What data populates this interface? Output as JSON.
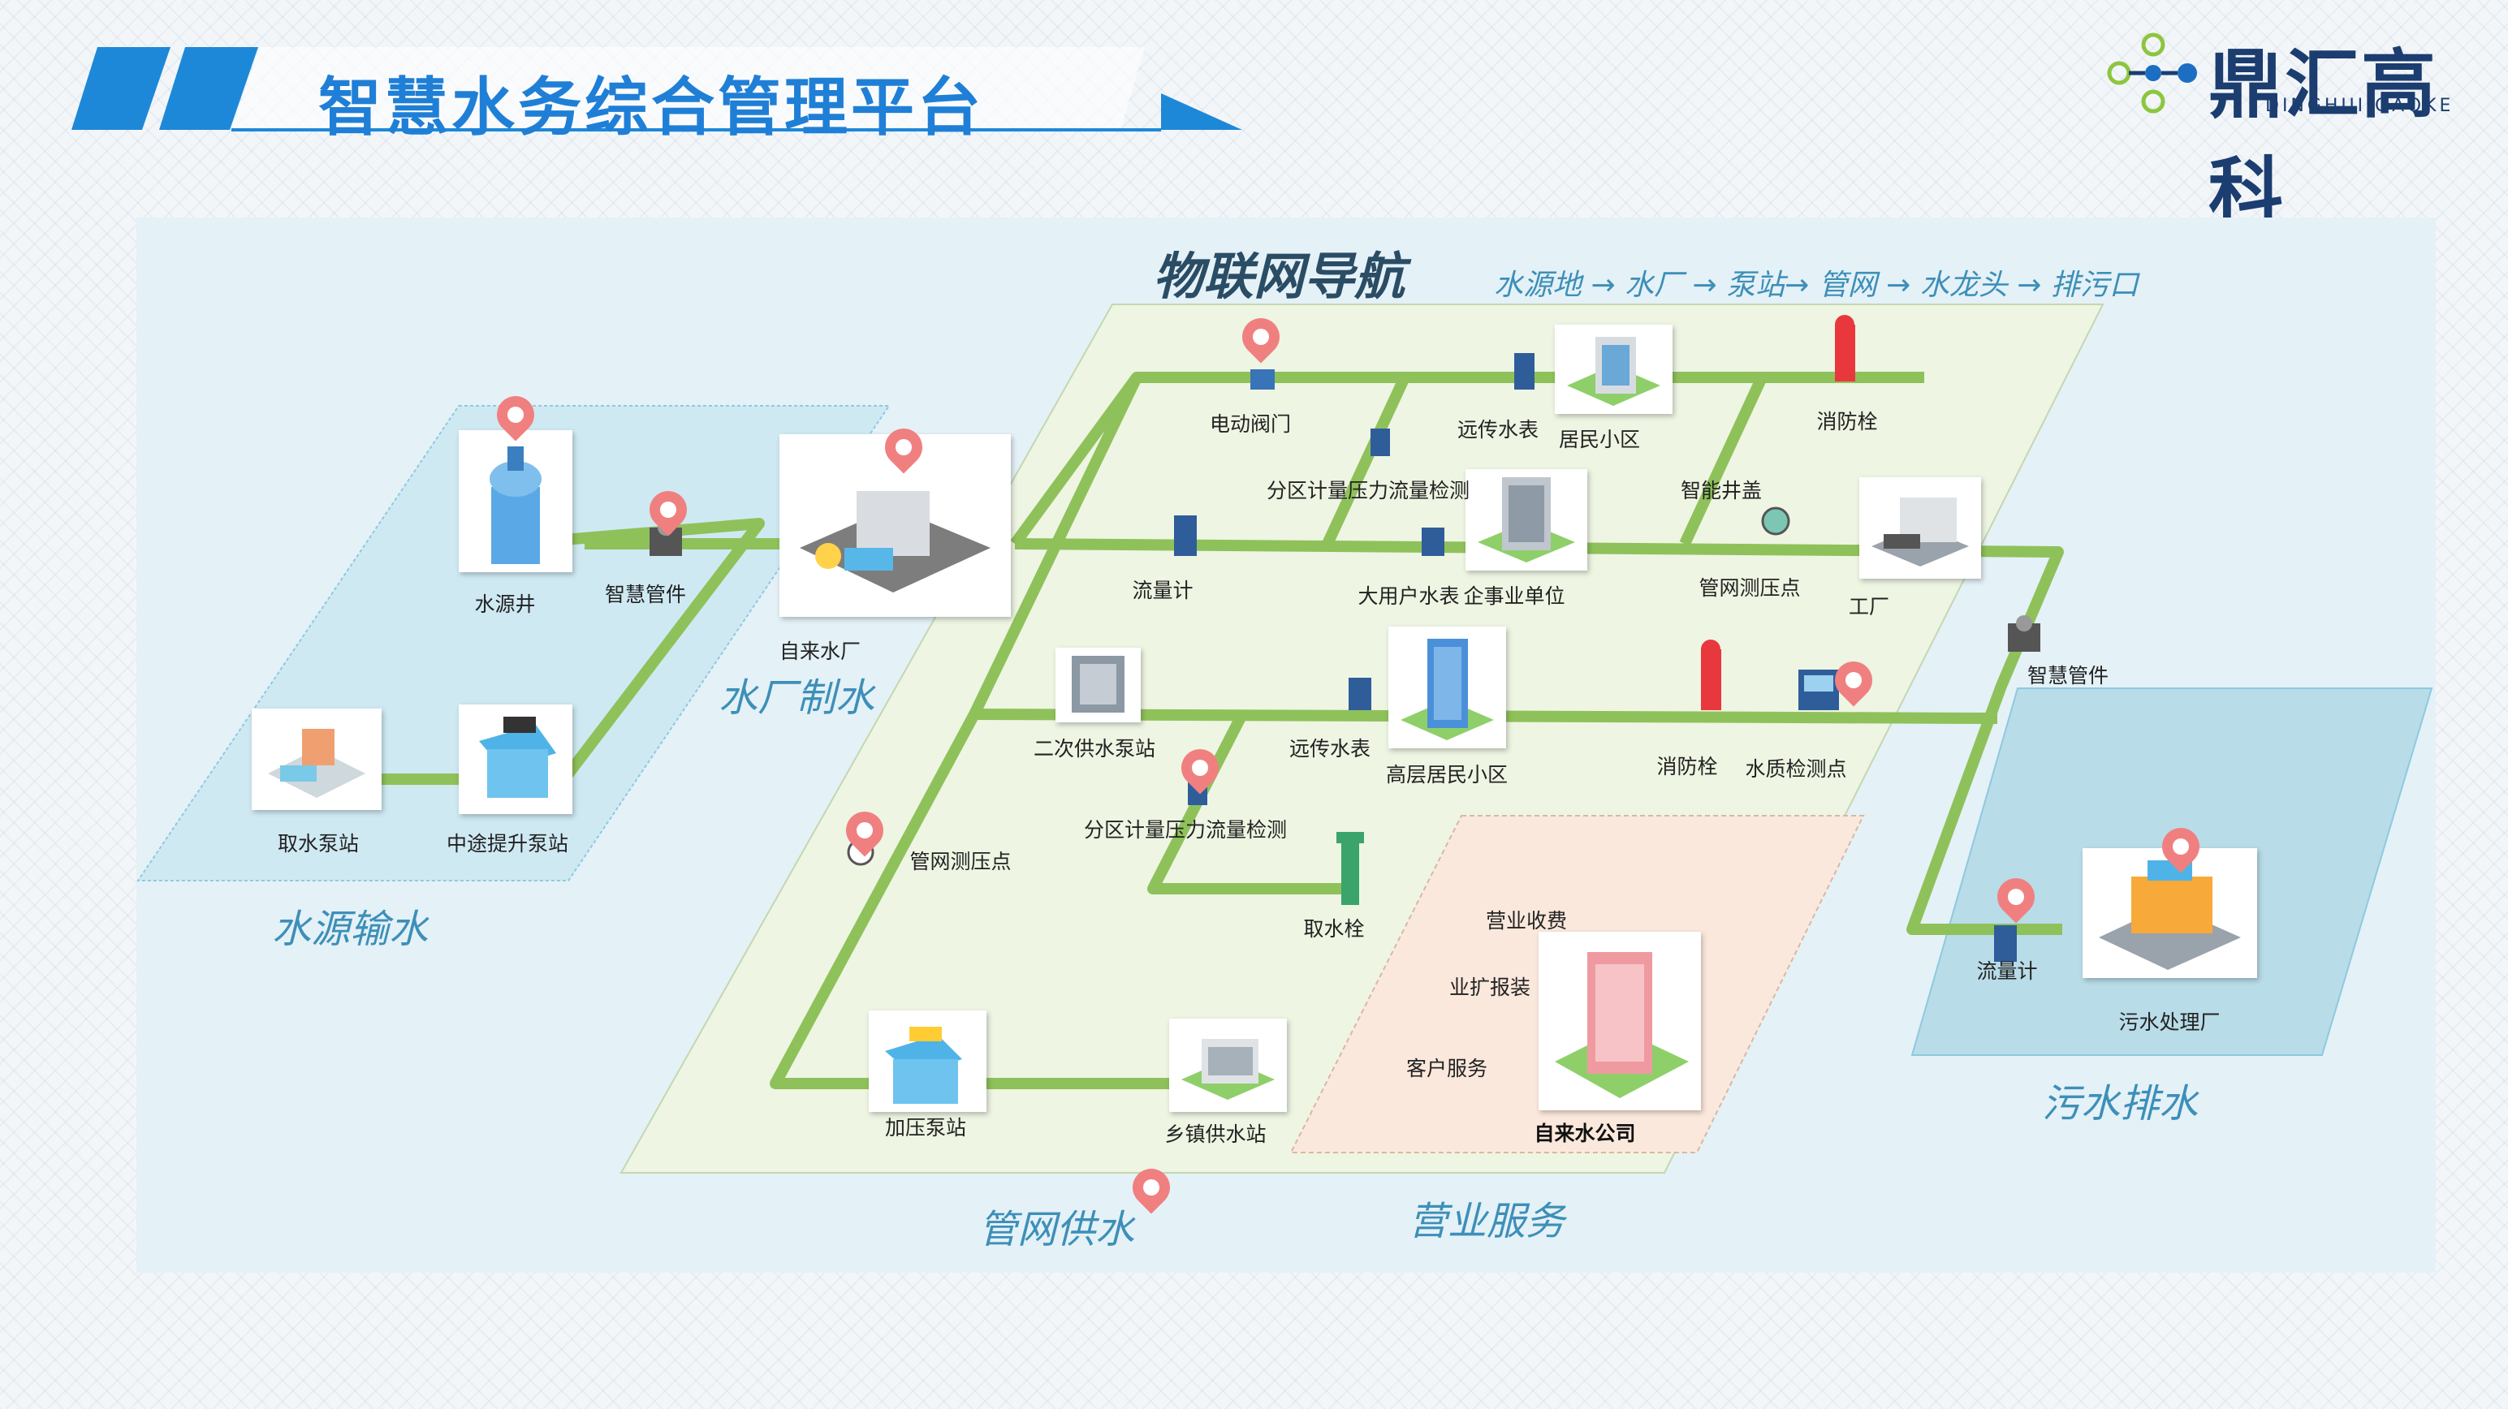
{
  "header": {
    "title": "智慧水务综合管理平台"
  },
  "logo": {
    "name": "鼎汇高科",
    "sub": "DINGHUI GAOKE"
  },
  "nav": {
    "title": "物联网导航",
    "flow": "水源地 → 水厂 → 泵站→ 管网 → 水龙头 → 排污口"
  },
  "regions": {
    "water_source": "水源输水",
    "water_plant": "水厂制水",
    "pipe_supply": "管网供水",
    "business": "营业服务",
    "sewage": "污水排水"
  },
  "nodes": {
    "source_well": "水源井",
    "smart_fitting_1": "智慧管件",
    "intake_pump": "取水泵站",
    "relay_pump": "中途提升泵站",
    "water_plant": "自来水厂",
    "electric_valve": "电动阀门",
    "remote_meter_1": "远传水表",
    "residential": "居民小区",
    "hydrant_1": "消防栓",
    "zone_meter_1": "分区计量压力流量检测",
    "smart_cover": "智能井盖",
    "flow_meter_1": "流量计",
    "large_user_meter": "大用户水表",
    "enterprise": "企事业单位",
    "pipe_pressure_1": "管网测压点",
    "factory": "工厂",
    "smart_fitting_2": "智慧管件",
    "secondary_pump": "二次供水泵站",
    "remote_meter_2": "远传水表",
    "highrise": "高层居民小区",
    "hydrant_2": "消防栓",
    "quality_point": "水质检测点",
    "zone_meter_2": "分区计量压力流量检测",
    "pipe_pressure_2": "管网测压点",
    "water_intake": "取水栓",
    "booster_pump": "加压泵站",
    "township_supply": "乡镇供水站",
    "flow_meter_2": "流量计",
    "sewage_plant": "污水处理厂"
  },
  "business": {
    "fee": "营业收费",
    "install": "业扩报装",
    "service": "客户服务",
    "company": "自来水公司"
  },
  "colors": {
    "title": "#1f7fd6",
    "pipe": "#8fc15a",
    "region_text": "#3d8fb8",
    "pin": "#f08080",
    "source_zone": "#cfe9f3",
    "grid_zone": "#eef5e3",
    "business_zone": "#fbe8dc",
    "sewage_zone": "#b8dce8"
  }
}
